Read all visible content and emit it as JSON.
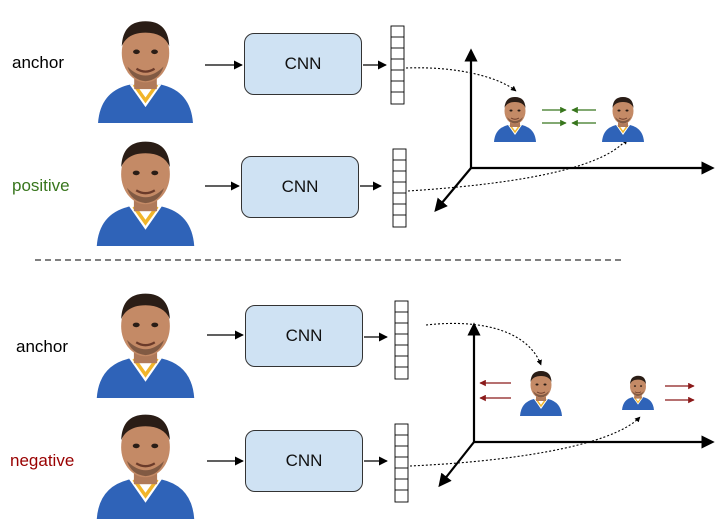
{
  "sections": [
    {
      "top_label": "anchor",
      "bottom_label": "positive",
      "top_cnn": "CNN",
      "bottom_cnn": "CNN"
    },
    {
      "top_label": "anchor",
      "bottom_label": "negative",
      "top_cnn": "CNN",
      "bottom_cnn": "CNN"
    }
  ],
  "colors": {
    "anchor": "#000000",
    "positive": "#38761d",
    "negative": "#990000",
    "cnn_fill": "#cfe2f3",
    "pull_arrows": "#38761d",
    "push_arrows": "#8b1a1a"
  },
  "icons": [
    "face-photo-icon",
    "embedding-vector-icon",
    "3d-axes-icon"
  ]
}
